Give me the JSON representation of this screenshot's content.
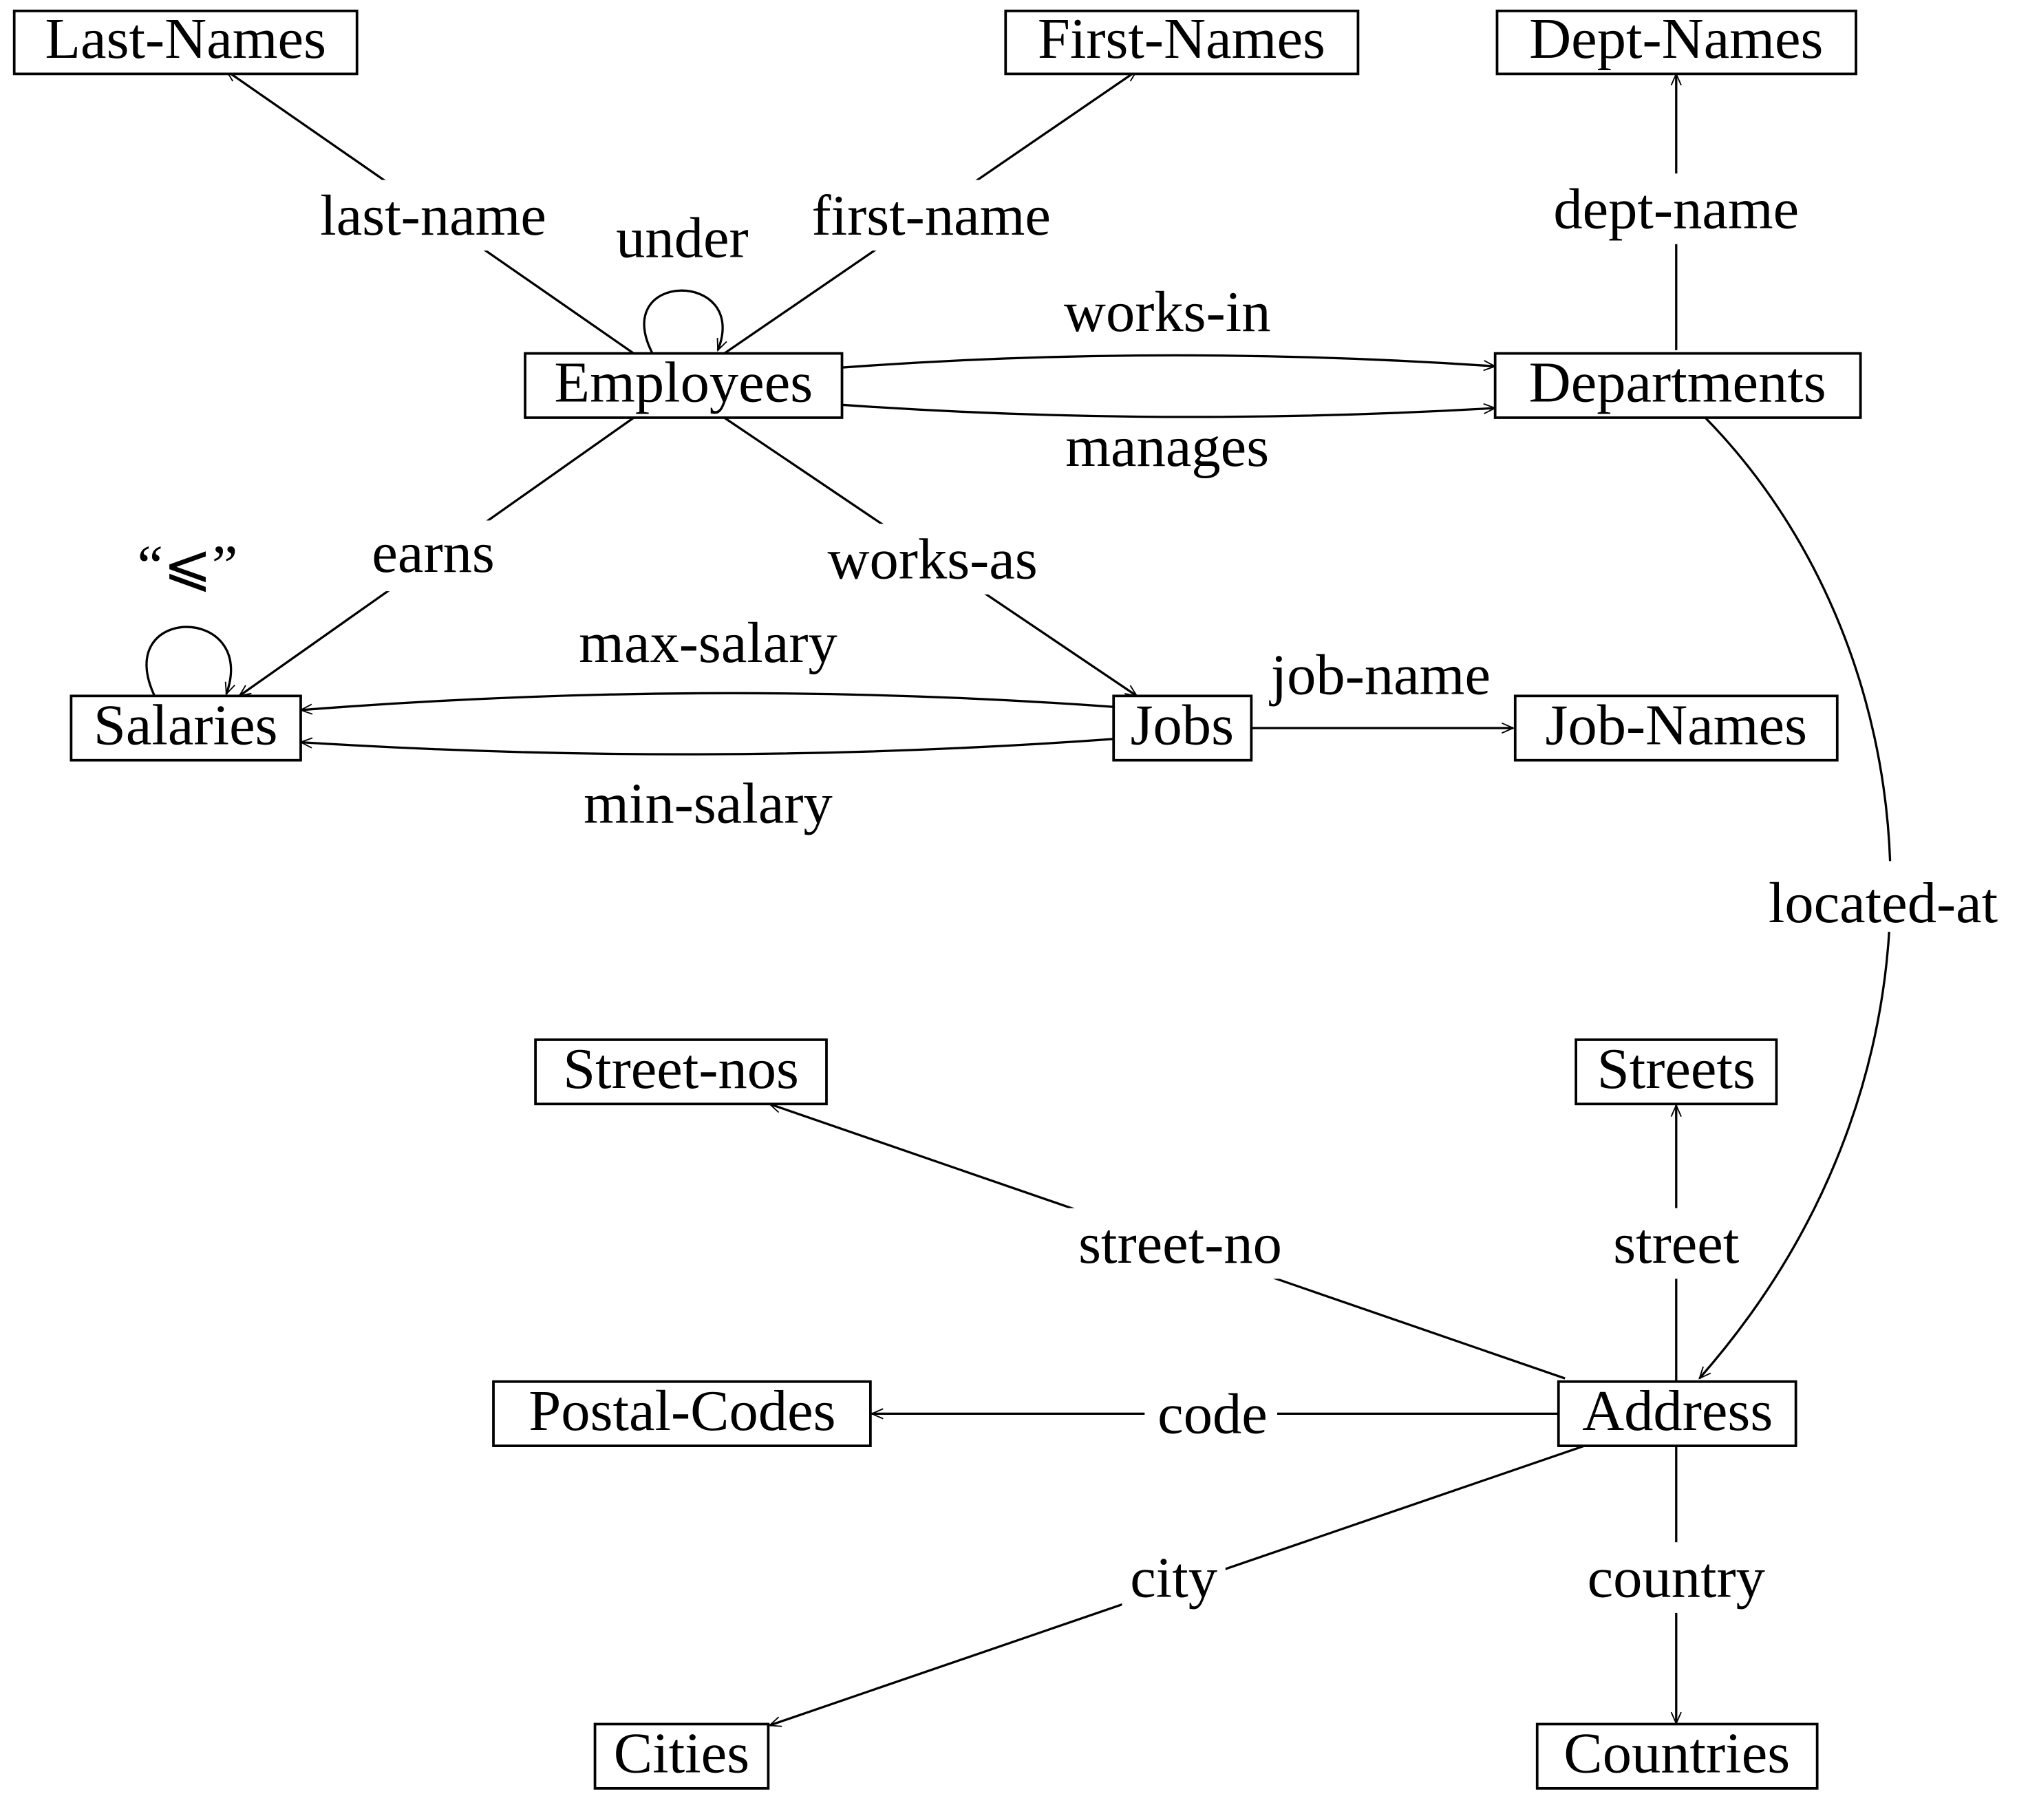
{
  "nodes": {
    "last_names": "Last-Names",
    "first_names": "First-Names",
    "dept_names": "Dept-Names",
    "employees": "Employees",
    "departments": "Departments",
    "salaries": "Salaries",
    "jobs": "Jobs",
    "job_names": "Job-Names",
    "street_nos": "Street-nos",
    "streets": "Streets",
    "postal_codes": "Postal-Codes",
    "address": "Address",
    "cities": "Cities",
    "countries": "Countries"
  },
  "edges": {
    "last_name": "last-name",
    "first_name": "first-name",
    "under": "under",
    "dept_name": "dept-name",
    "works_in": "works-in",
    "manages": "manages",
    "earns": "earns",
    "works_as": "works-as",
    "leq": "“⩽”",
    "max_salary": "max-salary",
    "min_salary": "min-salary",
    "job_name": "job-name",
    "located_at": "located-at",
    "street_no": "street-no",
    "street": "street",
    "code": "code",
    "city": "city",
    "country": "country"
  }
}
